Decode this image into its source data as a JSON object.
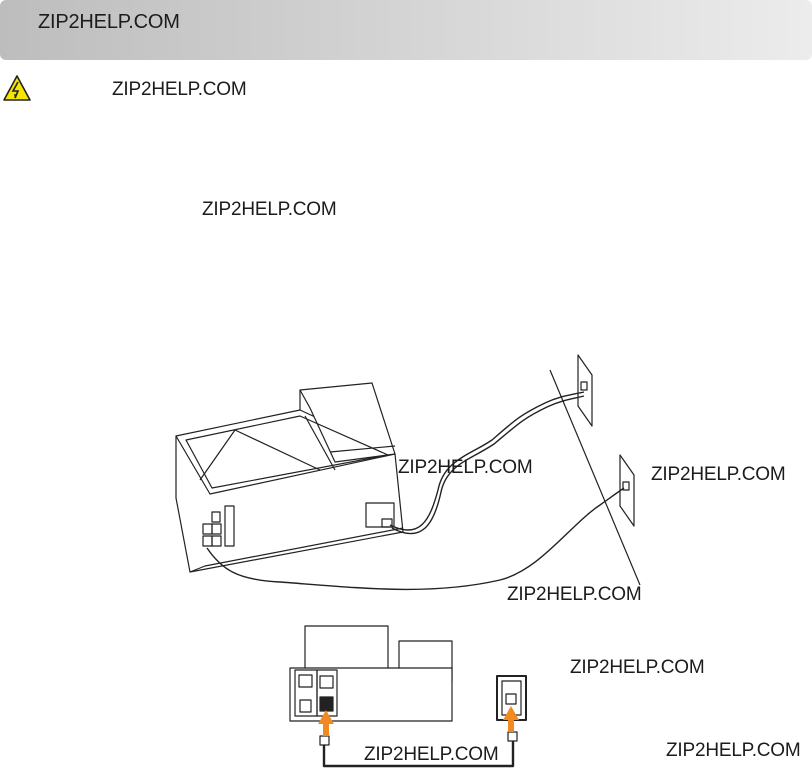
{
  "header": {
    "text": "ZIP2HELP.COM"
  },
  "warning": {
    "icon": "electrical-hazard-warning-icon",
    "text": "ZIP2HELP.COM"
  },
  "watermarks": {
    "body": "ZIP2HELP.COM",
    "figure1_center": "ZIP2HELP.COM",
    "figure1_right": "ZIP2HELP.COM",
    "figure1_bottom": "ZIP2HELP.COM",
    "figure2_right": "ZIP2HELP.COM",
    "figure2_bottom": "ZIP2HELP.COM",
    "figure2_corner": "ZIP2HELP.COM"
  },
  "colors": {
    "arrow": "#f08a24",
    "header_gradient_start": "#bdbdbd",
    "header_gradient_end": "#ececec"
  }
}
